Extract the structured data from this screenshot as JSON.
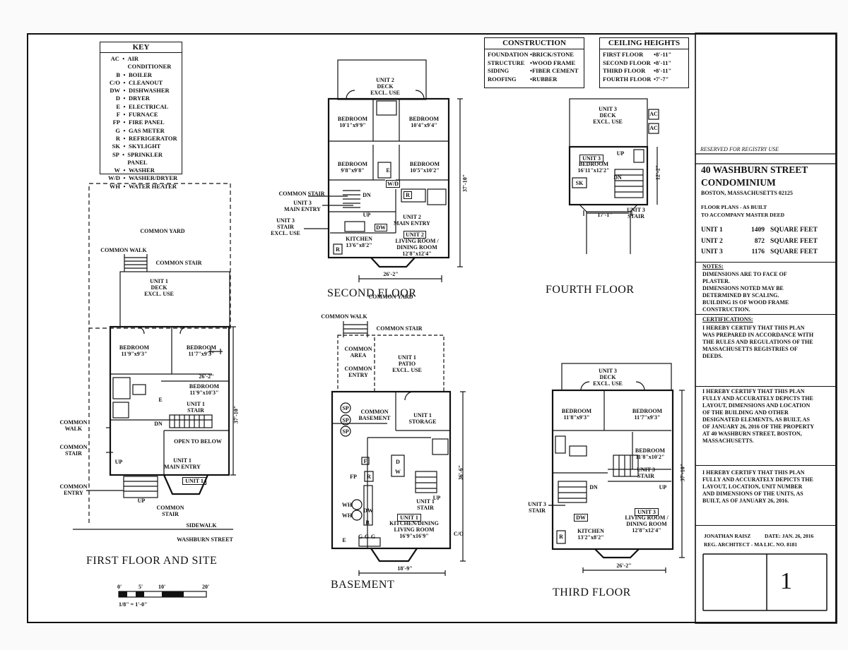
{
  "key": {
    "title": "KEY",
    "items": [
      {
        "code": "AC",
        "desc": "AIR CONDITIONER"
      },
      {
        "code": "B",
        "desc": "BOILER"
      },
      {
        "code": "C/O",
        "desc": "CLEANOUT"
      },
      {
        "code": "DW",
        "desc": "DISHWASHER"
      },
      {
        "code": "D",
        "desc": "DRYER"
      },
      {
        "code": "E",
        "desc": "ELECTRICAL"
      },
      {
        "code": "F",
        "desc": "FURNACE"
      },
      {
        "code": "FP",
        "desc": "FIRE PANEL"
      },
      {
        "code": "G",
        "desc": "GAS METER"
      },
      {
        "code": "R",
        "desc": "REFRIGERATOR"
      },
      {
        "code": "SK",
        "desc": "SKYLIGHT"
      },
      {
        "code": "SP",
        "desc": "SPRINKLER PANEL"
      },
      {
        "code": "W",
        "desc": "WASHER"
      },
      {
        "code": "W/D",
        "desc": "WASHER/DRYER"
      },
      {
        "code": "WH",
        "desc": "WATER HEATER"
      }
    ]
  },
  "construction": {
    "title": "CONSTRUCTION",
    "rows": [
      {
        "k": "FOUNDATION",
        "v": "BRICK/STONE"
      },
      {
        "k": "STRUCTURE",
        "v": "WOOD FRAME"
      },
      {
        "k": "SIDING",
        "v": "FIBER CEMENT"
      },
      {
        "k": "ROOFING",
        "v": "RUBBER"
      }
    ]
  },
  "ceiling": {
    "title": "CEILING HEIGHTS",
    "rows": [
      {
        "k": "FIRST FLOOR",
        "v": "8'-11\""
      },
      {
        "k": "SECOND FLOOR",
        "v": "8'-11\""
      },
      {
        "k": "THIRD FLOOR",
        "v": "8'-11\""
      },
      {
        "k": "FOURTH FLOOR",
        "v": "7'-7\""
      }
    ]
  },
  "titleblock": {
    "reserved": "RESERVED FOR REGISTRY USE",
    "name_line1": "40 WASHBURN STREET",
    "name_line2": "CONDOMINIUM",
    "city": "BOSTON, MASSACHUSETTS 02125",
    "subtitle_line1": "FLOOR PLANS - AS BUILT",
    "subtitle_line2": "TO ACCOMPANY MASTER DEED",
    "units": [
      {
        "unit": "UNIT 1",
        "sqft": "1409",
        "label": "SQUARE FEET"
      },
      {
        "unit": "UNIT 2",
        "sqft": "872",
        "label": "SQUARE FEET"
      },
      {
        "unit": "UNIT 3",
        "sqft": "1176",
        "label": "SQUARE FEET"
      }
    ],
    "notes_title": "NOTES:",
    "notes": [
      "DIMENSIONS ARE TO FACE OF PLASTER.",
      "DIMENSIONS NOTED MAY BE DETERMINED BY SCALING.",
      "BUILDING IS OF WOOD FRAME CONSTRUCTION."
    ],
    "cert_title": "CERTIFICATIONS:",
    "cert1": "I HEREBY CERTIFY THAT THIS PLAN WAS PREPARED IN ACCORDANCE WITH THE RULES AND REGULATIONS OF THE MASSACHUSETTS REGISTRIES OF DEEDS.",
    "cert2": "I HEREBY CERTIFY THAT THIS PLAN FULLY AND ACCURATELY DEPICTS THE LAYOUT, DIMENSIONS AND LOCATION OF THE BUILDING AND OTHER DESIGNATED ELEMENTS, AS BUILT, AS OF JANUARY 26, 2016 OF THE PROPERTY AT 40 WASHBURN STREET, BOSTON, MASSACHUSETTS.",
    "cert3": "I HEREBY CERTIFY THAT THIS PLAN FULLY AND ACCURATELY DEPICTS THE LAYOUT, LOCATION, UNIT NUMBER AND DIMENSIONS OF THE UNITS, AS BUILT, AS OF JANUARY 26, 2016.",
    "architect": "JONATHAN RAISZ",
    "date": "DATE: JAN. 26, 2016",
    "license": "REG. ARCHITECT - MA LIC. NO. 8181",
    "sheet_number": "1"
  },
  "titles": {
    "first": "FIRST FLOOR AND SITE",
    "second": "SECOND FLOOR",
    "fourth": "FOURTH FLOOR",
    "basement": "BASEMENT",
    "third": "THIRD FLOOR"
  },
  "scale": {
    "t0": "0'",
    "t5": "5'",
    "t10": "10'",
    "t20": "20'",
    "ratio": "1/8\" = 1'-0\""
  },
  "first_floor": {
    "common_yard": "COMMON YARD",
    "common_walk": "COMMON WALK",
    "common_stair_top": "COMMON STAIR",
    "deck": "UNIT 1\nDECK\nEXCL. USE",
    "bedroom1": "BEDROOM\n11'9\"x9'3\"",
    "bedroom2": "BEDROOM\n11'7\"x9'3\"",
    "bedroom3": "BEDROOM\n11'9\"x10'3\"",
    "dim_width": "26'-2\"",
    "dim_depth": "37'-10\"",
    "stair": "UNIT 1\nSTAIR",
    "dn": "DN",
    "e": "E",
    "open": "OPEN TO BELOW",
    "main_entry": "UNIT 1\nMAIN ENTRY",
    "unit_tag": "UNIT 1",
    "up1": "UP",
    "up2": "UP",
    "common_walk_side": "COMMON\nWALK",
    "common_stair_side": "COMMON\nSTAIR",
    "common_entry": "COMMON\nENTRY",
    "common_stair_bottom": "COMMON\nSTAIR",
    "sidewalk": "SIDEWALK",
    "street": "WASHBURN STREET"
  },
  "second_floor": {
    "deck": "UNIT 2\nDECK\nEXCL. USE",
    "bedroom1": "BEDROOM\n10'1\"x9'9\"",
    "bedroom2": "BEDROOM\n10'4\"x9'4\"",
    "bedroom3": "BEDROOM\n9'8\"x9'8\"",
    "bedroom4": "BEDROOM\n10'5\"x10'2\"",
    "e": "E",
    "wd": "W/D",
    "r1": "R",
    "r2": "R",
    "dn": "DN",
    "up": "UP",
    "dw": "DW",
    "common_stair": "COMMON STAIR",
    "unit3_main": "UNIT 3\nMAIN ENTRY",
    "unit3_stair": "UNIT 3\nSTAIR\nEXCL. USE",
    "unit2_main": "UNIT 2\nMAIN ENTRY",
    "kitchen": "KITCHEN\n13'6\"x8'2\"",
    "unit_tag": "UNIT 2",
    "living": "LIVING ROOM /\nDINING ROOM\n12'8\"x12'4\"",
    "dim_width": "26'-2\"",
    "dim_depth": "37'-10\""
  },
  "fourth_floor": {
    "deck": "UNIT 3\nDECK\nEXCL. USE",
    "ac1": "AC",
    "ac2": "AC",
    "unit_tag": "UNIT 3",
    "bedroom": "BEDROOM\n16'11\"x12'2\"",
    "sk": "SK",
    "up": "UP",
    "dn": "DN",
    "dim_width": "17'-1\"",
    "dim_depth": "12'-2\"",
    "stair": "UNIT 3\nSTAIR"
  },
  "basement": {
    "common_walk": "COMMON WALK",
    "common_stair": "COMMON STAIR",
    "common_yard": "COMMON YARD",
    "common_area": "COMMON\nAREA",
    "common_entry": "COMMON\nENTRY",
    "patio": "UNIT 1\nPATIO\nEXCL. USE",
    "common_basement": "COMMON\nBASEMENT",
    "storage": "UNIT 1\nSTORAGE",
    "sp1": "SP",
    "sp2": "SP",
    "sp3": "SP",
    "f": "F",
    "d": "D",
    "w": "W",
    "fp": "FP",
    "r": "R",
    "wh1": "WH",
    "wh2": "WH",
    "dw": "DW",
    "b": "B",
    "up": "UP",
    "stair": "UNIT 1\nSTAIR",
    "unit_tag": "UNIT 1",
    "kitchen": "KITCHEN/DINING\nLIVING ROOM\n16'9\"x16'9\"",
    "e": "E",
    "g1": "G",
    "g2": "G",
    "g3": "G",
    "co": "C/O",
    "dim_depth": "36'-6\"",
    "dim_width": "18'-9\""
  },
  "third_floor": {
    "deck": "UNIT 3\nDECK\nEXCL. USE",
    "bedroom1": "BEDROOM\n11'8\"x9'3\"",
    "bedroom2": "BEDROOM\n11'7\"x9'3\"",
    "bedroom3": "BEDROOM\n11'8\"x10'2\"",
    "stair_r": "UNIT 3\nSTAIR",
    "stair_l": "UNIT 3\nSTAIR",
    "dn": "DN",
    "up": "UP",
    "dw": "DW",
    "r": "R",
    "kitchen": "KITCHEN\n13'2\"x8'2\"",
    "unit_tag": "UNIT 3",
    "living": "LIVING ROOM /\nDINING ROOM\n12'8\"x12'4\"",
    "dim_width": "26'-2\"",
    "dim_depth": "37'-10\""
  }
}
